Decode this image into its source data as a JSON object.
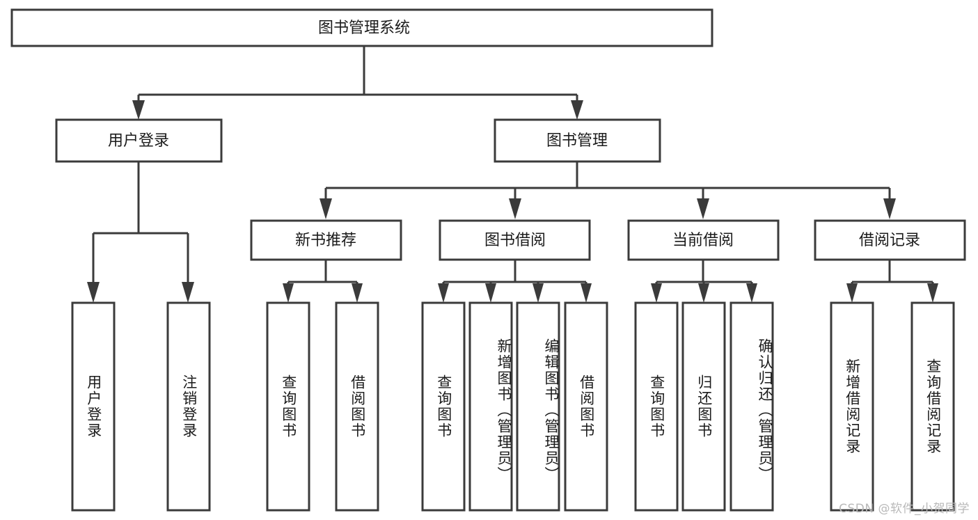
{
  "diagram": {
    "type": "tree-hierarchy-flowchart",
    "title": "图书管理系统",
    "root": {
      "id": "root",
      "label": "图书管理系统",
      "orientation": "horizontal"
    },
    "level2": [
      {
        "id": "user-login",
        "label": "用户登录",
        "orientation": "horizontal"
      },
      {
        "id": "book-manage",
        "label": "图书管理",
        "orientation": "horizontal"
      }
    ],
    "level3": [
      {
        "id": "new-book-recommend",
        "label": "新书推荐",
        "orientation": "horizontal",
        "parent": "book-manage"
      },
      {
        "id": "book-borrow",
        "label": "图书借阅",
        "orientation": "horizontal",
        "parent": "book-manage"
      },
      {
        "id": "current-borrow",
        "label": "当前借阅",
        "orientation": "horizontal",
        "parent": "book-manage"
      },
      {
        "id": "borrow-record",
        "label": "借阅记录",
        "orientation": "horizontal",
        "parent": "book-manage"
      }
    ],
    "leaves": [
      {
        "id": "leaf-user-login",
        "label": "用户登录",
        "parent": "user-login"
      },
      {
        "id": "leaf-user-logout",
        "label": "注销登录",
        "parent": "user-login"
      },
      {
        "id": "leaf-query-book-1",
        "label": "查询图书",
        "parent": "new-book-recommend"
      },
      {
        "id": "leaf-borrow-book-1",
        "label": "借阅图书",
        "parent": "new-book-recommend"
      },
      {
        "id": "leaf-query-book-2",
        "label": "查询图书",
        "parent": "book-borrow"
      },
      {
        "id": "leaf-add-book",
        "label": "新增图书（管理员）",
        "parent": "book-borrow"
      },
      {
        "id": "leaf-edit-book",
        "label": "编辑图书（管理员）",
        "parent": "book-borrow"
      },
      {
        "id": "leaf-borrow-book-2",
        "label": "借阅图书",
        "parent": "book-borrow"
      },
      {
        "id": "leaf-query-book-3",
        "label": "查询图书",
        "parent": "current-borrow"
      },
      {
        "id": "leaf-return-book",
        "label": "归还图书",
        "parent": "current-borrow"
      },
      {
        "id": "leaf-confirm-return",
        "label": "确认归还（管理员）",
        "parent": "current-borrow"
      },
      {
        "id": "leaf-add-record",
        "label": "新增借阅记录",
        "parent": "borrow-record"
      },
      {
        "id": "leaf-query-record",
        "label": "查询借阅记录",
        "parent": "borrow-record"
      }
    ],
    "colors": {
      "stroke": "#3b3b3b",
      "fill": "#ffffff",
      "text": "#1b1b1b",
      "watermark": "#b9b9b9"
    }
  },
  "watermark": {
    "text": "CSDN @软件_小贺同学"
  }
}
